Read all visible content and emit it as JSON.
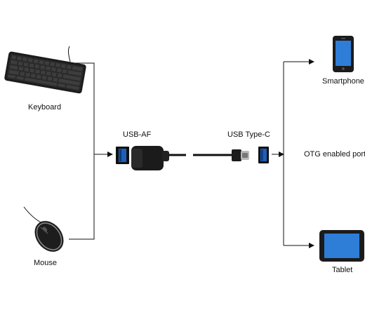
{
  "labels": {
    "keyboard": "Keyboard",
    "mouse": "Mouse",
    "usb_af": "USB-AF",
    "usb_type_c": "USB Type-C",
    "smartphone": "Smartphone",
    "otg_port": "OTG enabled port",
    "tablet": "Tablet"
  },
  "colors": {
    "line": "#111111",
    "screen_blue": "#2e7dd7",
    "usb_port_blue": "#1f5fb8",
    "device_black": "#1b1b1b"
  },
  "icons": [
    "keyboard-icon",
    "mouse-icon",
    "usb-a-port-icon",
    "otg-adapter-icon",
    "usb-c-plug-icon",
    "usb-c-port-icon",
    "smartphone-icon",
    "tablet-icon"
  ]
}
